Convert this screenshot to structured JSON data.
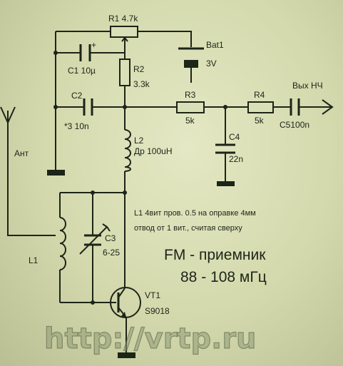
{
  "labels": {
    "r1": "R1  4.7k",
    "bat1": "Bat1",
    "bat1_v": "3V",
    "c1": "C1  10µ",
    "c1_plus": "+",
    "r2": "R2",
    "r2_val": "3.3k",
    "c2": "C2",
    "c2_val": "*3  10n",
    "r3": "R3",
    "r3_val": "5k",
    "r4": "R4",
    "r4_val": "5k",
    "out": "Вых  НЧ",
    "c5": "C5100n",
    "c4": "C4",
    "c4_val": "22n",
    "l2": "L2",
    "l2_val": "Др 100uH",
    "ant": "Ант",
    "l1": "L1",
    "c3": "C3",
    "c3_val": "6-25",
    "note_line1": "L1 4вит пров. 0.5 на оправке 4мм",
    "note_line2": "отвод от 1 вит., считая сверху",
    "vt1": "VT1",
    "vt1_val": "S9018",
    "title": "FM - приемник",
    "freq": "88 - 108 мГц",
    "watermark": "http://vrtp.ru"
  },
  "colors": {
    "ink": "#1d2418",
    "paper": "#d3d9ac",
    "watermark": "#8f9a76"
  }
}
